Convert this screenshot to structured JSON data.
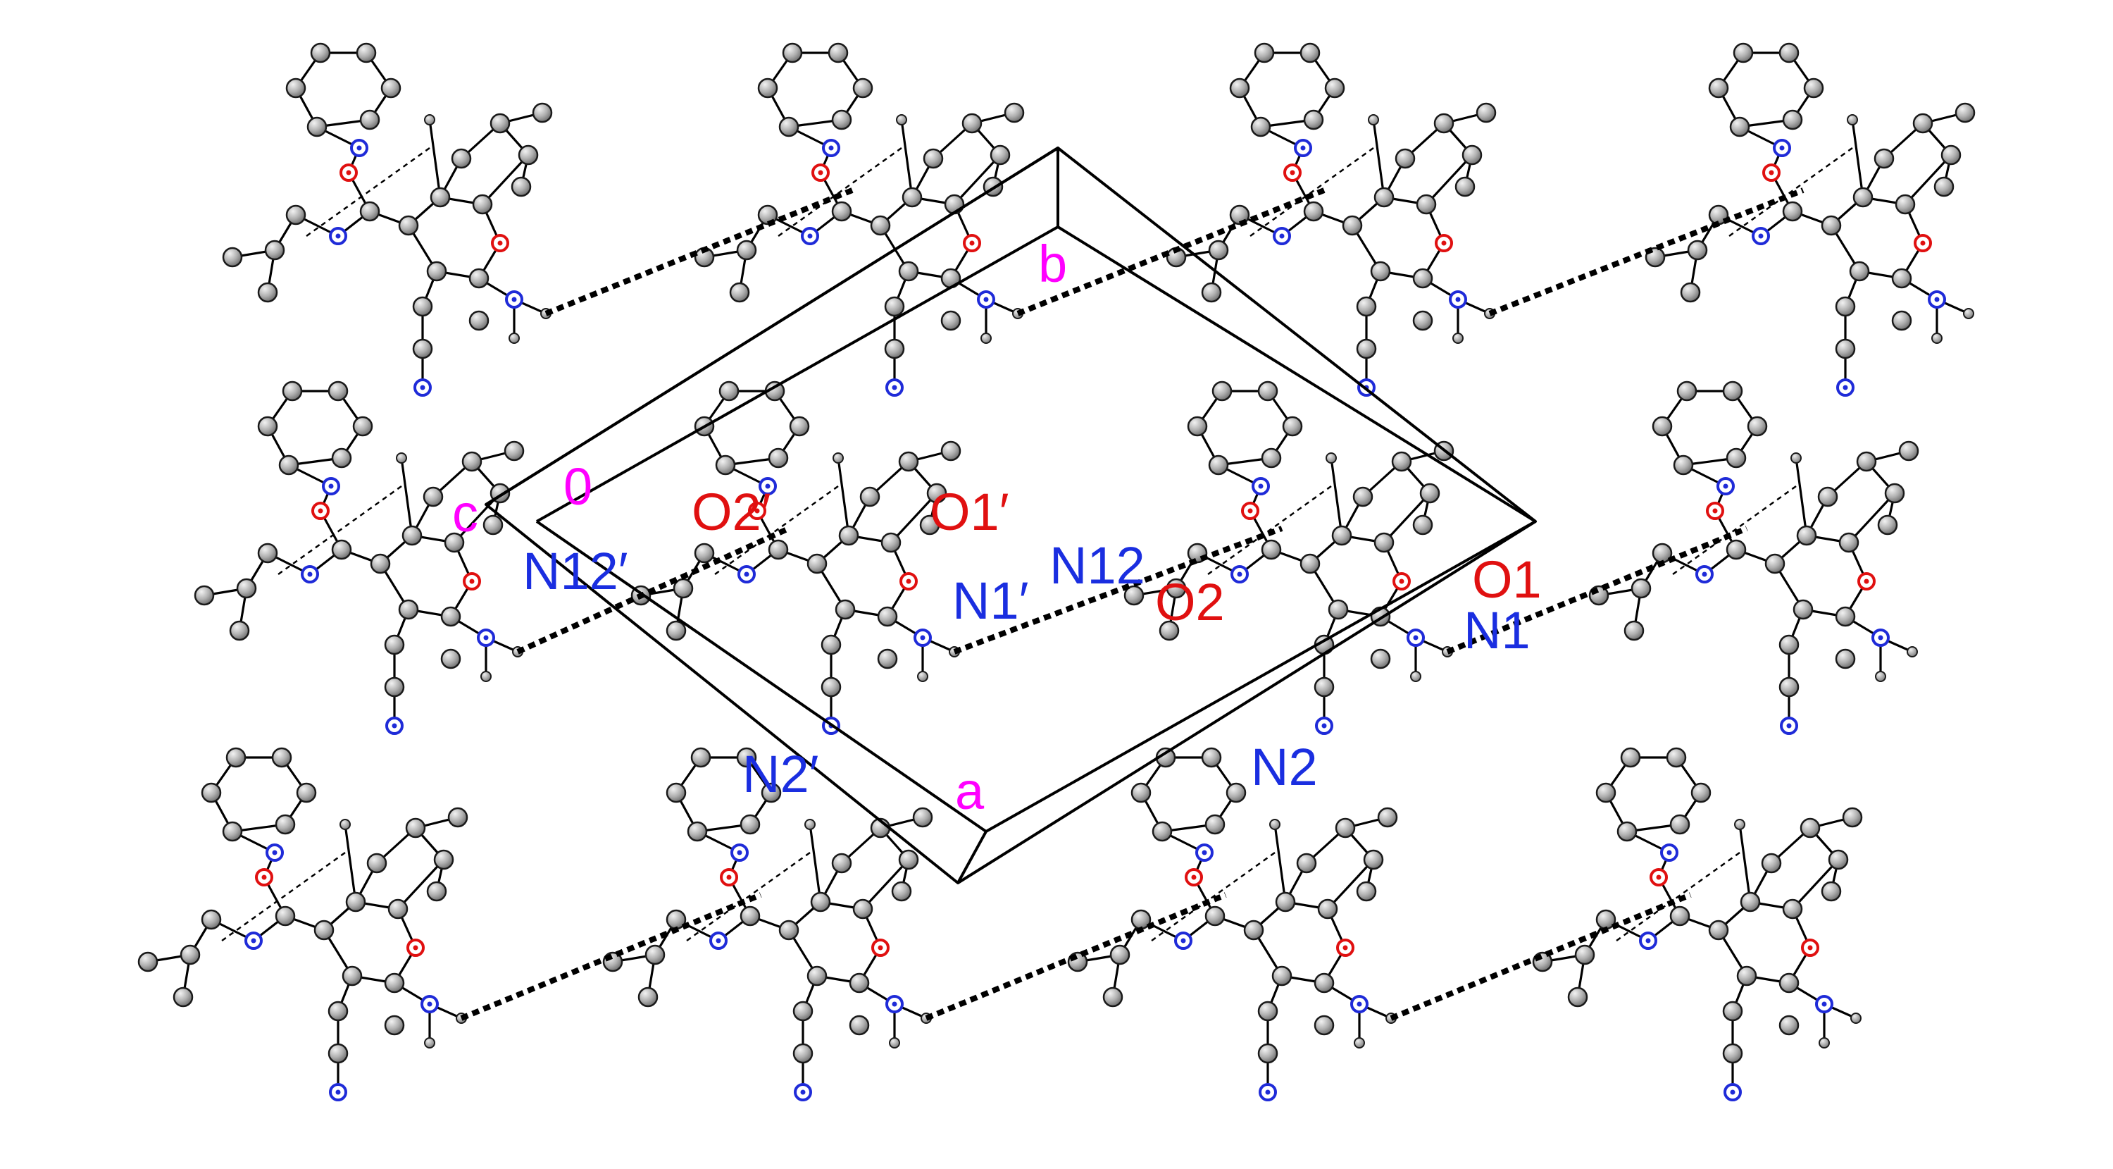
{
  "figure": {
    "labels": {
      "N12p": "N12′",
      "O2p": "O2′",
      "O1p": "O1′",
      "N1p": "N1′",
      "N12": "N12",
      "O2": "O2",
      "O1": "O1",
      "N1": "N1",
      "N2p": "N2′",
      "N2": "N2"
    },
    "axes": {
      "origin": "0",
      "a": "a",
      "b": "b",
      "c": "c"
    },
    "colors": {
      "bond": "#000000",
      "carbon_fill": "#a8a8a8",
      "carbon_stroke": "#1a1a1a",
      "nitrogen": "#1f2bd8",
      "oxygen": "#e01010",
      "hydrogen_fill": "#9a9a9a",
      "axis_label": "#ff00ff",
      "nitrogen_label": "#1a2ee0",
      "oxygen_label": "#e01010"
    }
  }
}
